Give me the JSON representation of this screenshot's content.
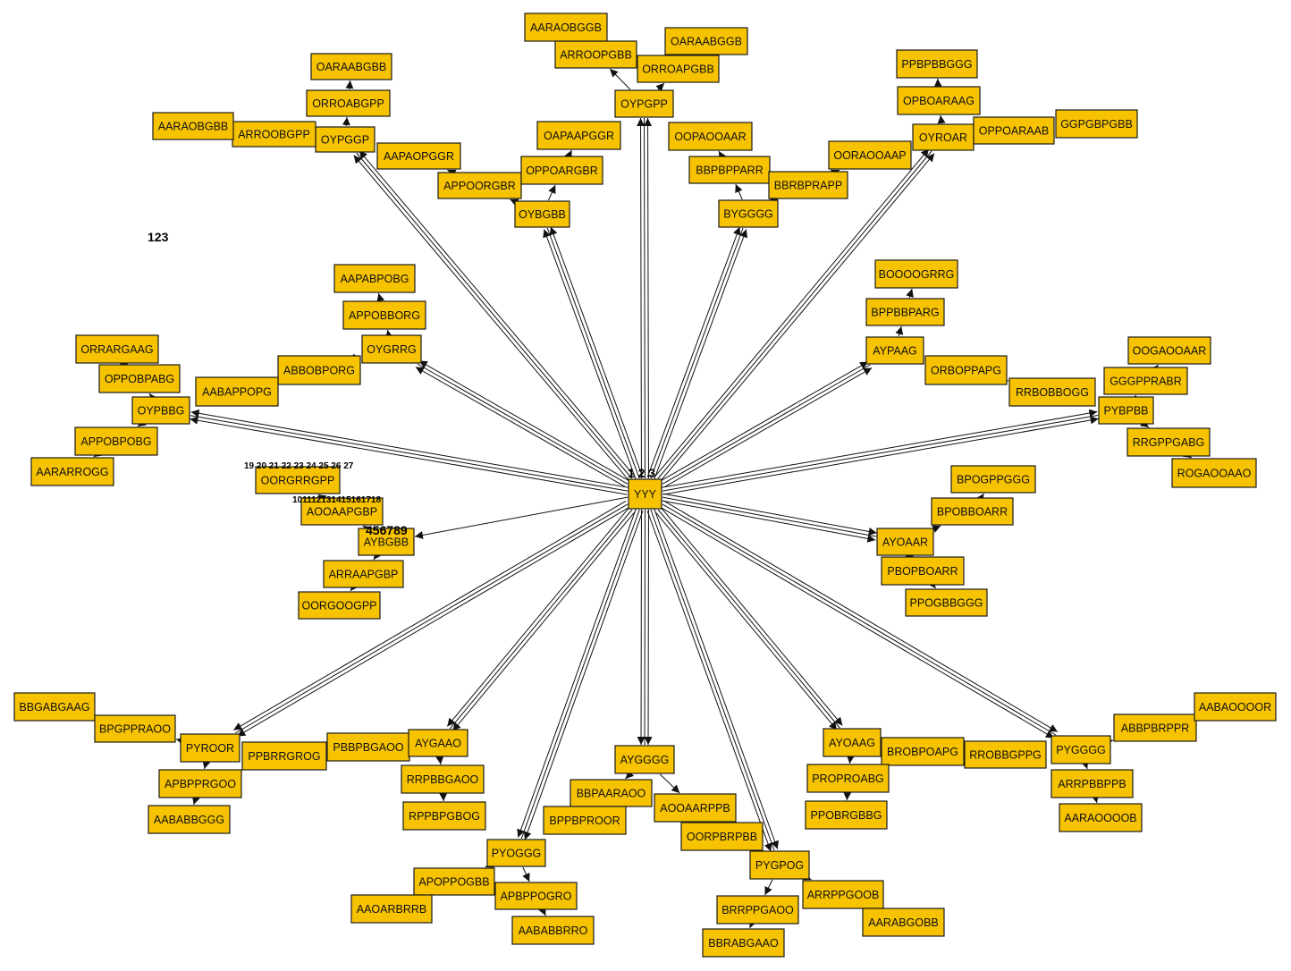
{
  "labels": {
    "top_left": "123",
    "hub": "1 2 3",
    "seq_a": "19 20 21 22 23 24 25 26 27",
    "seq_b": "101112131415161718",
    "seq_c": "456789"
  },
  "nodes": [
    {
      "id": "YYY",
      "text": "YYY"
    },
    {
      "id": "OYPGGP",
      "text": "OYPGGP"
    },
    {
      "id": "ARROOBGPP",
      "text": "ARROOBGPP"
    },
    {
      "id": "AARAOBGBB_L",
      "text": "AARAOBGBB"
    },
    {
      "id": "ORROABGPP",
      "text": "ORROABGPP"
    },
    {
      "id": "OARAABGBB_L",
      "text": "OARAABGBB"
    },
    {
      "id": "AAPAOPGGR",
      "text": "AAPAOPGGR"
    },
    {
      "id": "APPOORGBR",
      "text": "APPOORGBR"
    },
    {
      "id": "OYBGBB",
      "text": "OYBGBB"
    },
    {
      "id": "OPPOARGBR",
      "text": "OPPOARGBR"
    },
    {
      "id": "OAPAAPGGR",
      "text": "OAPAAPGGR"
    },
    {
      "id": "OYPGPP",
      "text": "OYPGPP"
    },
    {
      "id": "ARROOPGBB",
      "text": "ARROOPGBB"
    },
    {
      "id": "AARAOBGGB",
      "text": "AARAOBGGB"
    },
    {
      "id": "ORROAPGBB",
      "text": "ORROAPGBB"
    },
    {
      "id": "OARAABGGB",
      "text": "OARAABGGB"
    },
    {
      "id": "OOPAOOAAR",
      "text": "OOPAOOAAR"
    },
    {
      "id": "BBPBPPARR",
      "text": "BBPBPPARR"
    },
    {
      "id": "BBRBPRAPP",
      "text": "BBRBPRAPP"
    },
    {
      "id": "BYGGGG",
      "text": "BYGGGG"
    },
    {
      "id": "OORAOOAAP",
      "text": "OORAOOAAP"
    },
    {
      "id": "OYROAR",
      "text": "OYROAR"
    },
    {
      "id": "OPBOARAAG",
      "text": "OPBOARAAG"
    },
    {
      "id": "PPBPBBGGG",
      "text": "PPBPBBGGG"
    },
    {
      "id": "OPPOARAAB",
      "text": "OPPOARAAB"
    },
    {
      "id": "GGPGBPGBB",
      "text": "GGPGBPGBB"
    },
    {
      "id": "AAPABPOBG",
      "text": "AAPABPOBG"
    },
    {
      "id": "APPOBBORG",
      "text": "APPOBBORG"
    },
    {
      "id": "OYGRRG",
      "text": "OYGRRG"
    },
    {
      "id": "ABBOBPORG",
      "text": "ABBOBPORG"
    },
    {
      "id": "AABAPPOPG",
      "text": "AABAPPOPG"
    },
    {
      "id": "ORRARGAAG",
      "text": "ORRARGAAG"
    },
    {
      "id": "OPPOBPABG",
      "text": "OPPOBPABG"
    },
    {
      "id": "OYPBBG",
      "text": "OYPBBG"
    },
    {
      "id": "APPOBPOBG",
      "text": "APPOBPOBG"
    },
    {
      "id": "AARARROGG",
      "text": "AARARROGG"
    },
    {
      "id": "OORGRRGPP",
      "text": "OORGRRGPP"
    },
    {
      "id": "AOOAAPGBP",
      "text": "AOOAAPGBP"
    },
    {
      "id": "AYBGBB",
      "text": "AYBGBB"
    },
    {
      "id": "ARRAAPGBP",
      "text": "ARRAAPGBP"
    },
    {
      "id": "OORGOOGPP",
      "text": "OORGOOGPP"
    },
    {
      "id": "BOOOOGRRG",
      "text": "BOOOOGRRG"
    },
    {
      "id": "BPPBBPARG",
      "text": "BPPBBPARG"
    },
    {
      "id": "AYPAAG",
      "text": "AYPAAG"
    },
    {
      "id": "ORBOPPAPG",
      "text": "ORBOPPAPG"
    },
    {
      "id": "RRBOBBOGG",
      "text": "RRBOBBOGG"
    },
    {
      "id": "OOGAOOAAR",
      "text": "OOGAOOAAR"
    },
    {
      "id": "GGGPPRABR",
      "text": "GGGPPRABR"
    },
    {
      "id": "PYBPBB",
      "text": "PYBPBB"
    },
    {
      "id": "RRGPPGABG",
      "text": "RRGPPGABG"
    },
    {
      "id": "ROGAOOAAO",
      "text": "ROGAOOAAO"
    },
    {
      "id": "BPOGPPGGG",
      "text": "BPOGPPGGG"
    },
    {
      "id": "BPOBBOARR",
      "text": "BPOBBOARR"
    },
    {
      "id": "AYOAAR",
      "text": "AYOAAR"
    },
    {
      "id": "PBOPBOARR",
      "text": "PBOPBOARR"
    },
    {
      "id": "PPOGBBGGG",
      "text": "PPOGBBGGG"
    },
    {
      "id": "BBGABGAAG",
      "text": "BBGABGAAG"
    },
    {
      "id": "BPGPPRAOO",
      "text": "BPGPPRAOO"
    },
    {
      "id": "PYROOR",
      "text": "PYROOR"
    },
    {
      "id": "APBPPRGOO",
      "text": "APBPPRGOO"
    },
    {
      "id": "AABABBGGG",
      "text": "AABABBGGG"
    },
    {
      "id": "PPBRRGROG",
      "text": "PPBRRGROG"
    },
    {
      "id": "PBBPBGAOO",
      "text": "PBBPBGAOO"
    },
    {
      "id": "AYGAAO",
      "text": "AYGAAO"
    },
    {
      "id": "RRPBBGAOO",
      "text": "RRPBBGAOO"
    },
    {
      "id": "RPPBPGBOG",
      "text": "RPPBPGBOG"
    },
    {
      "id": "AYGGGG",
      "text": "AYGGGG"
    },
    {
      "id": "BBPAARAOO",
      "text": "BBPAARAOO"
    },
    {
      "id": "BPPBPROOR",
      "text": "BPPBPROOR"
    },
    {
      "id": "AOOAARPPB",
      "text": "AOOAARPPB"
    },
    {
      "id": "OORPBRPBB",
      "text": "OORPBRPBB"
    },
    {
      "id": "PYOGGG",
      "text": "PYOGGG"
    },
    {
      "id": "APOPPOGBB",
      "text": "APOPPOGBB"
    },
    {
      "id": "AAOARBRRB",
      "text": "AAOARBRRB"
    },
    {
      "id": "APBPPOGRO",
      "text": "APBPPOGRO"
    },
    {
      "id": "AABABBRRO",
      "text": "AABABBRRO"
    },
    {
      "id": "PYGPOG",
      "text": "PYGPOG"
    },
    {
      "id": "BRRPPGAOO",
      "text": "BRRPPGAOO"
    },
    {
      "id": "BBRABGAAO",
      "text": "BBRABGAAO"
    },
    {
      "id": "ARRPPGOOB",
      "text": "ARRPPGOOB"
    },
    {
      "id": "AARABGOBB",
      "text": "AARABGOBB"
    },
    {
      "id": "AYOAAG",
      "text": "AYOAAG"
    },
    {
      "id": "BROBPOAPG",
      "text": "BROBPOAPG"
    },
    {
      "id": "RROBBGPPG",
      "text": "RROBBGPPG"
    },
    {
      "id": "PROPROABG",
      "text": "PROPROABG"
    },
    {
      "id": "PPOBRGBBG",
      "text": "PPOBRGBBG"
    },
    {
      "id": "PYGGGG",
      "text": "PYGGGG"
    },
    {
      "id": "ABBPBRPPR",
      "text": "ABBPBRPPR"
    },
    {
      "id": "AABAOOOOR",
      "text": "AABAOOOOR"
    },
    {
      "id": "ARRPBBPPB",
      "text": "ARRPBBPPB"
    },
    {
      "id": "AARAOOOOB",
      "text": "AARAOOOOB"
    }
  ],
  "edges": [
    {
      "from": "YYY",
      "to": "OYPGGP",
      "triple": true
    },
    {
      "from": "YYY",
      "to": "OYBGBB",
      "triple": true
    },
    {
      "from": "YYY",
      "to": "OYPGPP",
      "triple": true
    },
    {
      "from": "YYY",
      "to": "BYGGGG",
      "triple": true
    },
    {
      "from": "YYY",
      "to": "OYROAR",
      "triple": true
    },
    {
      "from": "YYY",
      "to": "OYGRRG",
      "triple": true
    },
    {
      "from": "YYY",
      "to": "OYPBBG",
      "triple": true
    },
    {
      "from": "YYY",
      "to": "AYBGBB",
      "triple": false
    },
    {
      "from": "YYY",
      "to": "AYPAAG",
      "triple": true
    },
    {
      "from": "YYY",
      "to": "PYBPBB",
      "triple": true
    },
    {
      "from": "YYY",
      "to": "AYOAAR",
      "triple": true
    },
    {
      "from": "YYY",
      "to": "PYROOR",
      "triple": true
    },
    {
      "from": "YYY",
      "to": "AYGAAO",
      "triple": true
    },
    {
      "from": "YYY",
      "to": "AYGGGG",
      "triple": true
    },
    {
      "from": "YYY",
      "to": "PYOGGG",
      "triple": true
    },
    {
      "from": "YYY",
      "to": "PYGPOG",
      "triple": true
    },
    {
      "from": "YYY",
      "to": "AYOAAG",
      "triple": true
    },
    {
      "from": "YYY",
      "to": "PYGGGG",
      "triple": true
    },
    {
      "from": "OYPGGP",
      "to": "ARROOBGPP"
    },
    {
      "from": "ARROOBGPP",
      "to": "AARAOBGBB_L"
    },
    {
      "from": "OYPGGP",
      "to": "ORROABGPP"
    },
    {
      "from": "ORROABGPP",
      "to": "OARAABGBB_L"
    },
    {
      "from": "OYBGBB",
      "to": "APPOORGBR"
    },
    {
      "from": "APPOORGBR",
      "to": "AAPAOPGGR"
    },
    {
      "from": "OYBGBB",
      "to": "OPPOARGBR"
    },
    {
      "from": "OPPOARGBR",
      "to": "OAPAAPGGR"
    },
    {
      "from": "OYPGPP",
      "to": "ARROOPGBB"
    },
    {
      "from": "ARROOPGBB",
      "to": "AARAOBGGB"
    },
    {
      "from": "OYPGPP",
      "to": "ORROAPGBB"
    },
    {
      "from": "ORROAPGBB",
      "to": "OARAABGGB"
    },
    {
      "from": "BYGGGG",
      "to": "BBPBPPARR"
    },
    {
      "from": "BBPBPPARR",
      "to": "OOPAOOAAR"
    },
    {
      "from": "BYGGGG",
      "to": "BBRBPRAPP"
    },
    {
      "from": "BBRBPRAPP",
      "to": "OORAOOAAP"
    },
    {
      "from": "OYROAR",
      "to": "OPBOARAAG"
    },
    {
      "from": "OPBOARAAG",
      "to": "PPBPBBGGG"
    },
    {
      "from": "OYROAR",
      "to": "OPPOARAAB"
    },
    {
      "from": "OPPOARAAB",
      "to": "GGPGBPGBB"
    },
    {
      "from": "OYGRRG",
      "to": "APPOBBORG"
    },
    {
      "from": "APPOBBORG",
      "to": "AAPABPOBG"
    },
    {
      "from": "OYGRRG",
      "to": "ABBOBPORG"
    },
    {
      "from": "ABBOBPORG",
      "to": "AABAPPOPG"
    },
    {
      "from": "OYPBBG",
      "to": "OPPOBPABG"
    },
    {
      "from": "OPPOBPABG",
      "to": "ORRARGAAG"
    },
    {
      "from": "OYPBBG",
      "to": "APPOBPOBG"
    },
    {
      "from": "APPOBPOBG",
      "to": "AARARROGG"
    },
    {
      "from": "AYBGBB",
      "to": "AOOAAPGBP"
    },
    {
      "from": "AOOAAPGBP",
      "to": "OORGRRGPP"
    },
    {
      "from": "AYBGBB",
      "to": "ARRAAPGBP"
    },
    {
      "from": "ARRAAPGBP",
      "to": "OORGOOGPP"
    },
    {
      "from": "AYPAAG",
      "to": "BPPBBPARG"
    },
    {
      "from": "BPPBBPARG",
      "to": "BOOOOGRRG"
    },
    {
      "from": "AYPAAG",
      "to": "ORBOPPAPG"
    },
    {
      "from": "ORBOPPAPG",
      "to": "RRBOBBOGG"
    },
    {
      "from": "PYBPBB",
      "to": "GGGPPRABR"
    },
    {
      "from": "GGGPPRABR",
      "to": "OOGAOOAAR"
    },
    {
      "from": "PYBPBB",
      "to": "RRGPPGABG"
    },
    {
      "from": "RRGPPGABG",
      "to": "ROGAOOAAO"
    },
    {
      "from": "AYOAAR",
      "to": "BPOBBOARR"
    },
    {
      "from": "BPOBBOARR",
      "to": "BPOGPPGGG"
    },
    {
      "from": "AYOAAR",
      "to": "PBOPBOARR"
    },
    {
      "from": "PBOPBOARR",
      "to": "PPOGBBGGG"
    },
    {
      "from": "PYROOR",
      "to": "BPGPPRAOO"
    },
    {
      "from": "BPGPPRAOO",
      "to": "BBGABGAAG"
    },
    {
      "from": "PYROOR",
      "to": "APBPPRGOO"
    },
    {
      "from": "APBPPRGOO",
      "to": "AABABBGGG"
    },
    {
      "from": "AYGAAO",
      "to": "PBBPBGAOO"
    },
    {
      "from": "PBBPBGAOO",
      "to": "PPBRRGROG"
    },
    {
      "from": "AYGAAO",
      "to": "RRPBBGAOO"
    },
    {
      "from": "RRPBBGAOO",
      "to": "RPPBPGBOG"
    },
    {
      "from": "AYGGGG",
      "to": "BBPAARAOO"
    },
    {
      "from": "BBPAARAOO",
      "to": "BPPBPROOR"
    },
    {
      "from": "AYGGGG",
      "to": "AOOAARPPB"
    },
    {
      "from": "AOOAARPPB",
      "to": "OORPBRPBB"
    },
    {
      "from": "PYOGGG",
      "to": "APOPPOGBB"
    },
    {
      "from": "APOPPOGBB",
      "to": "AAOARBRRB"
    },
    {
      "from": "PYOGGG",
      "to": "APBPPOGRO"
    },
    {
      "from": "APBPPOGRO",
      "to": "AABABBRRO"
    },
    {
      "from": "PYGPOG",
      "to": "BRRPPGAOO"
    },
    {
      "from": "BRRPPGAOO",
      "to": "BBRABGAAO"
    },
    {
      "from": "PYGPOG",
      "to": "ARRPPGOOB"
    },
    {
      "from": "ARRPPGOOB",
      "to": "AARABGOBB"
    },
    {
      "from": "AYOAAG",
      "to": "BROBPOAPG"
    },
    {
      "from": "BROBPOAPG",
      "to": "RROBBGPPG"
    },
    {
      "from": "AYOAAG",
      "to": "PROPROABG"
    },
    {
      "from": "PROPROABG",
      "to": "PPOBRGBBG"
    },
    {
      "from": "PYGGGG",
      "to": "ABBPBRPPR"
    },
    {
      "from": "ABBPBRPPR",
      "to": "AABAOOOOR"
    },
    {
      "from": "PYGGGG",
      "to": "ARRPBBPPB"
    },
    {
      "from": "ARRPBBPPB",
      "to": "AARAOOOOB"
    }
  ]
}
